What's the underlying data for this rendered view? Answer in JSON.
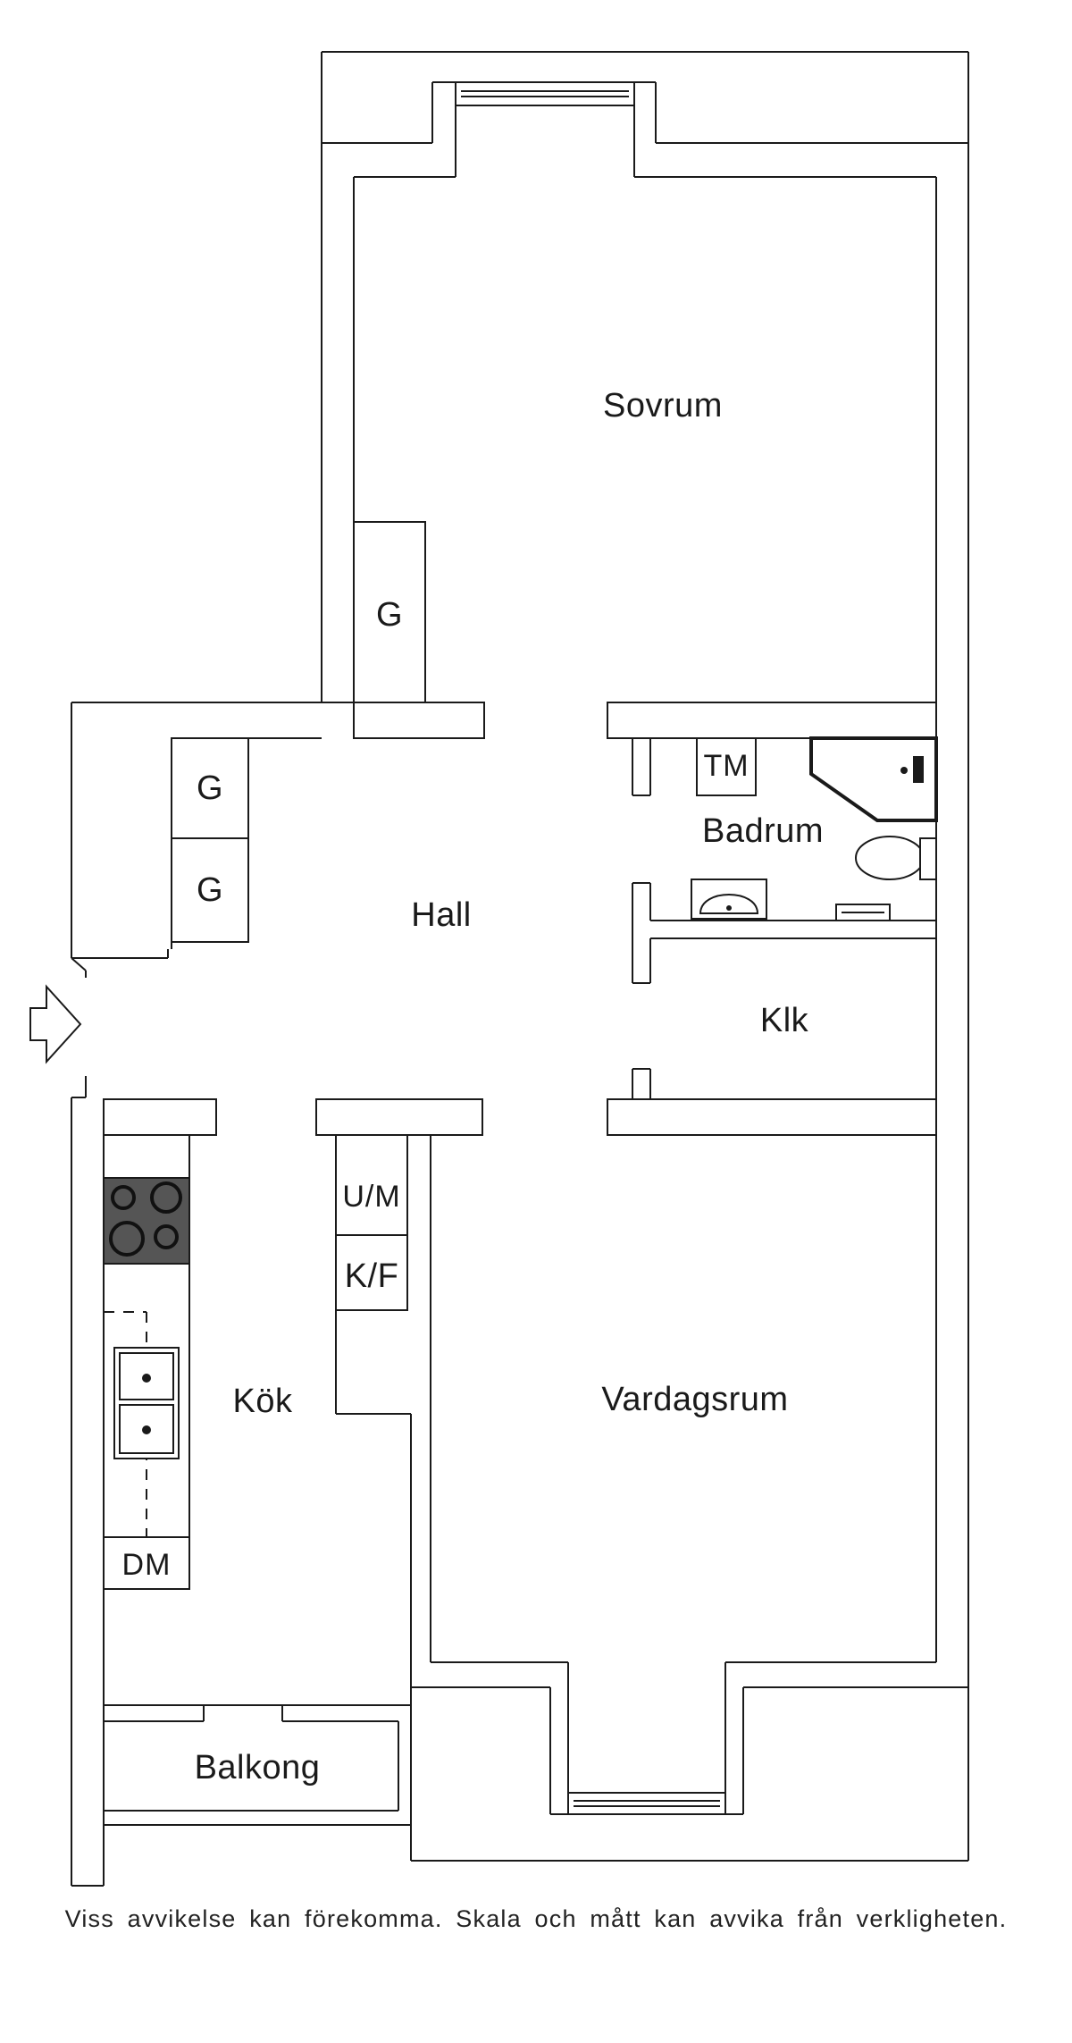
{
  "rooms": {
    "sovrum": "Sovrum",
    "hall": "Hall",
    "badrum": "Badrum",
    "klk": "Klk",
    "kok": "Kök",
    "vardagsrum": "Vardagsrum",
    "balkong": "Balkong"
  },
  "fixtures": {
    "wardrobe": "G",
    "tm": "TM",
    "um": "U/M",
    "kf": "K/F",
    "dm": "DM"
  },
  "disclaimer": "Viss avvikelse kan förekomma. Skala och mått kan avvika från verkligheten."
}
